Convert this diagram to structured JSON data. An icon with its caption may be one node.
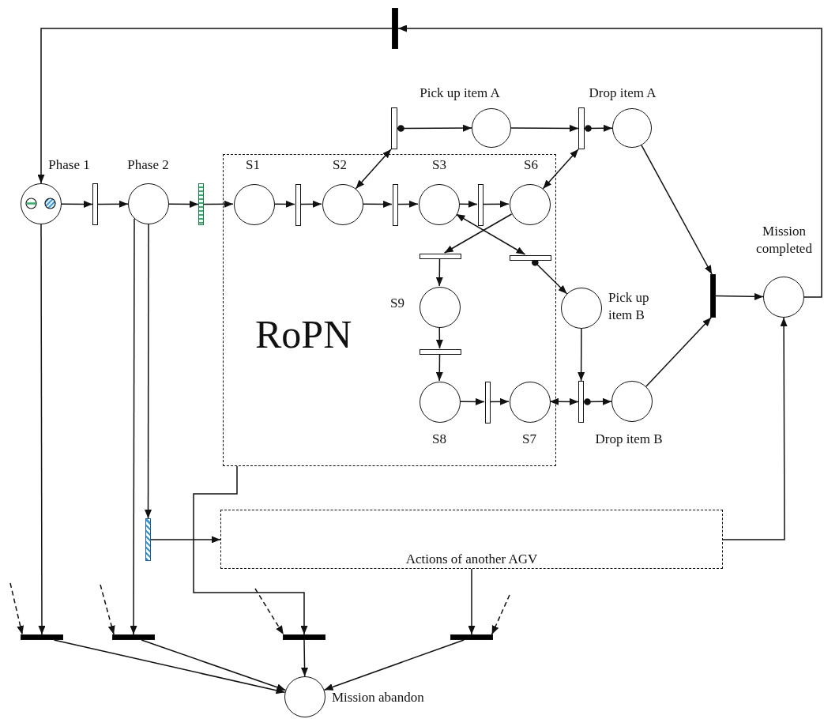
{
  "diagram": {
    "nodes": [
      {
        "text": [],
        "shape": "bar"
      },
      {
        "text": [],
        "shape": "bar"
      },
      {
        "text": [],
        "shape": "circle",
        "beside": [
          "Pick up item A"
        ]
      },
      {
        "text": [],
        "shape": "bar"
      },
      {
        "text": [],
        "shape": "circle",
        "beside": [
          "Drop item A"
        ]
      },
      {
        "text": [],
        "shape": "circle",
        "beside": [
          "Phase 1"
        ]
      },
      {
        "text": [],
        "shape": "bar"
      },
      {
        "text": [],
        "shape": "circle",
        "beside": [
          "Phase 2"
        ]
      },
      {
        "text": [],
        "shape": "bar"
      },
      {
        "text": [
          "RoPN"
        ]
      },
      {
        "text": [],
        "shape": "circle",
        "beside": [
          "S1"
        ],
        "in": 9
      },
      {
        "text": [],
        "shape": "bar",
        "in": 9
      },
      {
        "text": [],
        "shape": "circle",
        "beside": [
          "S2"
        ],
        "in": 9
      },
      {
        "text": [],
        "shape": "bar",
        "in": 9
      },
      {
        "text": [],
        "shape": "circle",
        "beside": [
          "S3"
        ],
        "in": 9
      },
      {
        "text": [],
        "shape": "bar",
        "in": 9
      },
      {
        "text": [],
        "shape": "circle",
        "beside": [
          "S6"
        ],
        "in": 9
      },
      {
        "text": [],
        "shape": "bar",
        "in": 9
      },
      {
        "text": [],
        "shape": "bar",
        "in": 9
      },
      {
        "text": [],
        "shape": "circle",
        "beside": [
          "S9"
        ],
        "in": 9
      },
      {
        "text": [],
        "shape": "circle",
        "beside": [
          "Pick up item B"
        ]
      },
      {
        "text": [],
        "shape": "bar",
        "in": 9
      },
      {
        "text": [],
        "shape": "circle",
        "beside": [
          "S8"
        ],
        "in": 9
      },
      {
        "text": [],
        "shape": "bar",
        "in": 9
      },
      {
        "text": [],
        "shape": "circle",
        "beside": [
          "S7"
        ],
        "in": 9
      },
      {
        "text": [],
        "shape": "bar"
      },
      {
        "text": [],
        "shape": "circle",
        "beside": [
          "Drop item B"
        ]
      },
      {
        "text": [],
        "shape": "bar"
      },
      {
        "text": [],
        "shape": "circle",
        "beside": [
          "Mission completed"
        ]
      },
      {
        "text": [],
        "shape": "bar"
      },
      {
        "text": [
          "Actions of another AGV"
        ]
      },
      {
        "text": [],
        "shape": "bar"
      },
      {
        "text": [],
        "shape": "bar"
      },
      {
        "text": [],
        "shape": "bar"
      },
      {
        "text": [],
        "shape": "bar"
      },
      {
        "text": [],
        "shape": "circle",
        "beside": [
          "Mission abandon"
        ]
      }
    ],
    "edges": [
      {
        "from": 28,
        "to": 0,
        "arrow": "to"
      },
      {
        "from": 0,
        "to": 5,
        "arrow": "to"
      },
      {
        "from": 5,
        "to": 6,
        "arrow": "to"
      },
      {
        "from": 6,
        "to": 7,
        "arrow": "to"
      },
      {
        "from": 7,
        "to": 8,
        "arrow": "to"
      },
      {
        "from": 8,
        "to": 10,
        "arrow": "to"
      },
      {
        "from": 10,
        "to": 11,
        "arrow": "to"
      },
      {
        "from": 11,
        "to": 12,
        "arrow": "to"
      },
      {
        "from": 12,
        "to": 13,
        "arrow": "to"
      },
      {
        "from": 13,
        "to": 14,
        "arrow": "to"
      },
      {
        "from": 14,
        "to": 15,
        "arrow": "to"
      },
      {
        "from": 15,
        "to": 16,
        "arrow": "to"
      },
      {
        "from": 12,
        "to": 1,
        "arrow": "both"
      },
      {
        "from": 1,
        "to": 2,
        "arrow": "to"
      },
      {
        "from": 2,
        "to": 3,
        "arrow": "to"
      },
      {
        "from": 3,
        "to": 4,
        "arrow": "to"
      },
      {
        "from": 16,
        "to": 3,
        "arrow": "both"
      },
      {
        "from": 4,
        "to": 27,
        "arrow": "to"
      },
      {
        "from": 26,
        "to": 27,
        "arrow": "to"
      },
      {
        "from": 27,
        "to": 28,
        "arrow": "to"
      },
      {
        "from": 16,
        "to": 17,
        "arrow": "to"
      },
      {
        "from": 14,
        "to": 18,
        "arrow": "both"
      },
      {
        "from": 17,
        "to": 19,
        "arrow": "to"
      },
      {
        "from": 19,
        "to": 21,
        "arrow": "to"
      },
      {
        "from": 21,
        "to": 22,
        "arrow": "to"
      },
      {
        "from": 22,
        "to": 23,
        "arrow": "to"
      },
      {
        "from": 23,
        "to": 24,
        "arrow": "to"
      },
      {
        "from": 24,
        "to": 25,
        "arrow": "both"
      },
      {
        "from": 18,
        "to": 20,
        "arrow": "to"
      },
      {
        "from": 20,
        "to": 25,
        "arrow": "to"
      },
      {
        "from": 25,
        "to": 26,
        "arrow": "to"
      },
      {
        "from": 5,
        "to": 31,
        "arrow": "to"
      },
      {
        "from": 7,
        "to": 32,
        "arrow": "to"
      },
      {
        "from": 7,
        "to": 29,
        "arrow": "to"
      },
      {
        "from": 29,
        "to": 30,
        "arrow": "to"
      },
      {
        "from": 30,
        "to": 28,
        "arrow": "to"
      },
      {
        "from": 9,
        "to": 33,
        "arrow": "to"
      },
      {
        "from": 30,
        "to": 34,
        "arrow": "to"
      },
      {
        "from": 31,
        "to": 35,
        "arrow": "to"
      },
      {
        "from": 32,
        "to": 35,
        "arrow": "to"
      },
      {
        "from": 33,
        "to": 35,
        "arrow": "to"
      },
      {
        "from": 34,
        "to": 35,
        "arrow": "to"
      },
      {
        "from": null,
        "to": 31,
        "arrow": "to",
        "style": "dashed"
      },
      {
        "from": null,
        "to": 32,
        "arrow": "to",
        "style": "dashed"
      },
      {
        "from": null,
        "to": 33,
        "arrow": "to",
        "style": "dashed"
      },
      {
        "from": null,
        "to": 34,
        "arrow": "to",
        "style": "dashed"
      }
    ]
  }
}
